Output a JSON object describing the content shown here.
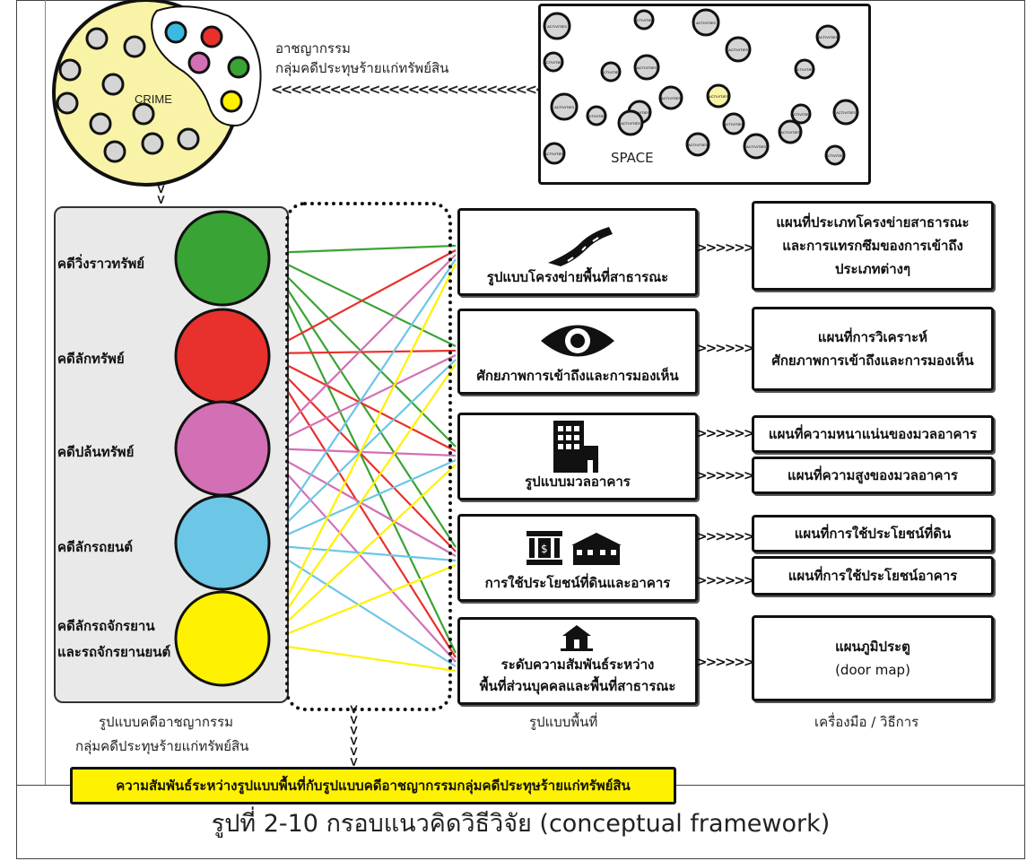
{
  "crime_circle": {
    "label": "CRIME",
    "title_line1": "อาชญากรรม",
    "title_line2": "กลุ่มคดีประทุษร้ายแก่ทรัพย์สิน"
  },
  "space_box": {
    "label": "SPACE",
    "activity_label": "ACTIVITIES"
  },
  "arrow_text": "<<<<<<<<<<<<<<<<<<<<<<<<<<<<<<<<<<<<",
  "crime_types": [
    {
      "label": "คดีวิ่งราวทรัพย์",
      "color": "#3aa335"
    },
    {
      "label": "คดีลักทรัพย์",
      "color": "#e8312c"
    },
    {
      "label": "คดีปล้นทรัพย์",
      "color": "#d36fb5"
    },
    {
      "label": "คดีลักรถยนต์",
      "color": "#6cc6e6"
    },
    {
      "label_line1": "คดีลักรถจักรยาน",
      "label_line2": "และรถจักรยานยนต์",
      "color": "#fff200"
    }
  ],
  "spatial_patterns": [
    {
      "label": "รูปแบบโครงข่ายพื้นที่สาธารณะ",
      "icon": "road-icon"
    },
    {
      "label": "ศักยภาพการเข้าถึงและการมองเห็น",
      "icon": "eye-icon"
    },
    {
      "label": "รูปแบบมวลอาคาร",
      "icon": "building-icon"
    },
    {
      "label": "การใช้ประโยชน์ที่ดินและอาคาร",
      "icon": "bank-school-icon"
    },
    {
      "label_line1": "ระดับความสัมพันธ์ระหว่าง",
      "label_line2": "พื้นที่ส่วนบุคคลและพื้นที่สาธารณะ",
      "icon": "house-icon"
    }
  ],
  "tools": [
    {
      "line1": "แผนที่ประเภทโครงข่ายสาธารณะ",
      "line2": "และการแทรกซึมของการเข้าถึง",
      "line3": "ประเภทต่างๆ"
    },
    {
      "line1": "แผนที่การวิเคราะห์",
      "line2": "ศักยภาพการเข้าถึงและการมองเห็น"
    },
    {
      "line1": "แผนที่ความหนาแน่นของมวลอาคาร"
    },
    {
      "line1": "แผนที่ความสูงของมวลอาคาร"
    },
    {
      "line1": "แผนที่การใช้ประโยชน์ที่ดิน"
    },
    {
      "line1": "แผนที่การใช้ประโยชน์อาคาร"
    },
    {
      "line1": "แผนภูมิประตู",
      "line2": "(door map)"
    }
  ],
  "small_arrows": ">>>>>>",
  "column_labels": {
    "crime_line1": "รูปแบบคดีอาชญากรรม",
    "crime_line2": "กลุ่มคดีประทุษร้ายแก่ทรัพย์สิน",
    "space": "รูปแบบพื้นที่",
    "tools": "เครื่องมือ / วิธีการ"
  },
  "banner": "ความสัมพันธ์ระหว่างรูปแบบพื้นที่กับรูปแบบคดีอาชญากรรมกลุ่มคดีประทุษร้ายแก่ทรัพย์สิน",
  "caption": "รูปที่ 2-10 กรอบแนวคิดวิธีวิจัย (conceptual framework)"
}
